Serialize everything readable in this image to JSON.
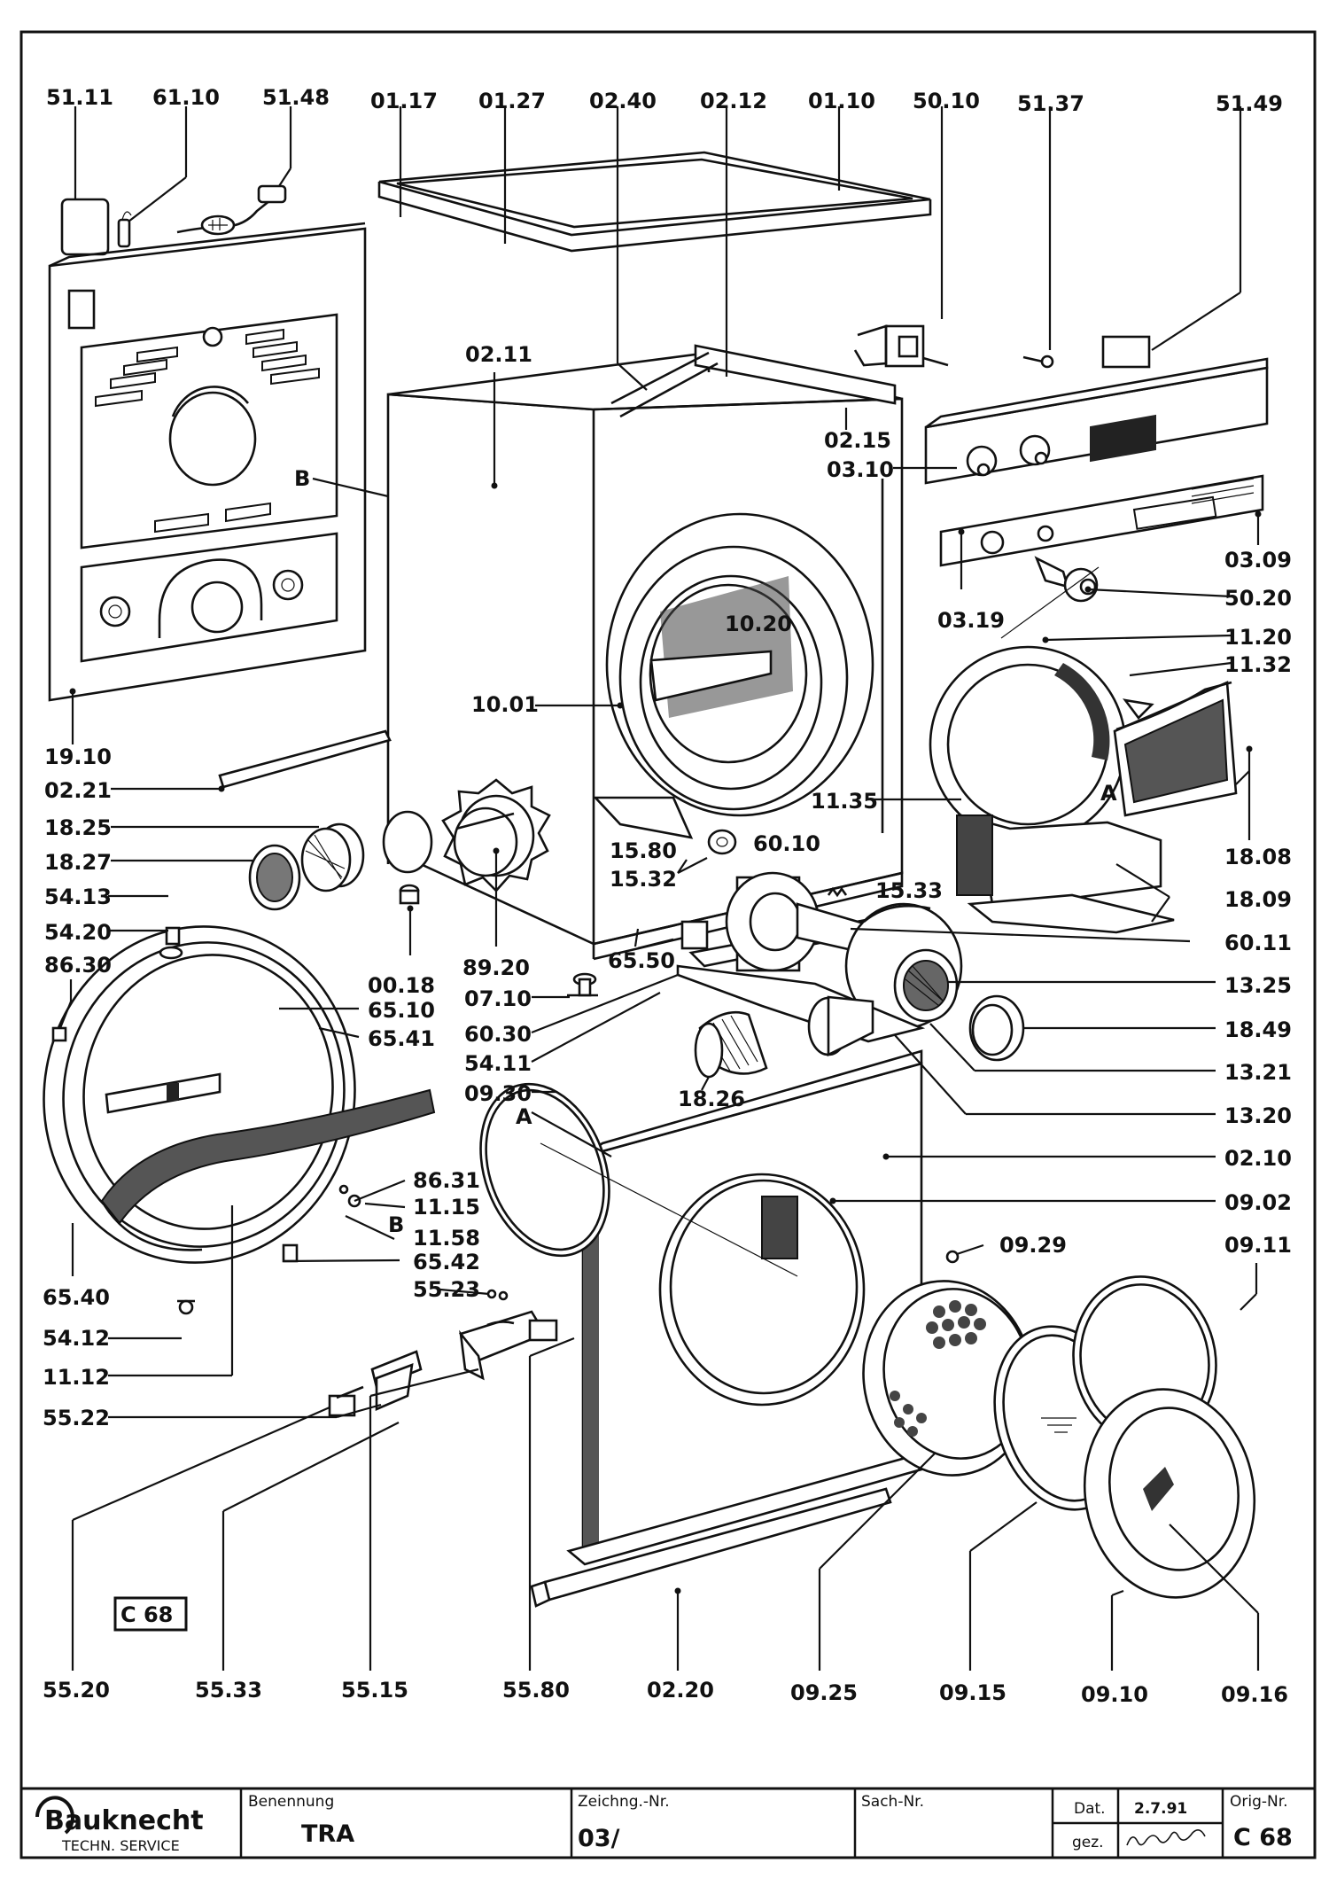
{
  "labels": {
    "l5111": "51.11",
    "l6110": "61.10",
    "l5148": "51.48",
    "l0117": "01.17",
    "l0127": "01.27",
    "l0240": "02.40",
    "l0212": "02.12",
    "l0110": "01.10",
    "l5010": "50.10",
    "l5137": "51.37",
    "l5149": "51.49",
    "l0211": "02.11",
    "l0215": "02.15",
    "l0310": "03.10",
    "l0309": "03.09",
    "l0319": "03.19",
    "l5020": "50.20",
    "lB1": "B",
    "l1020": "10.20",
    "l1001": "10.01",
    "l1120": "11.20",
    "l1132": "11.32",
    "l1910": "19.10",
    "l0221": "02.21",
    "l1135": "11.35",
    "lA1": "A",
    "l1808": "18.08",
    "l1825": "18.25",
    "l1827": "18.27",
    "l1580": "15.80",
    "l6010": "60.10",
    "l1532": "15.32",
    "l1533": "15.33",
    "l1809": "18.09",
    "l5413": "54.13",
    "l5420": "54.20",
    "l8630": "86.30",
    "l0018": "00.18",
    "l8920": "89.20",
    "l6550": "65.50",
    "l6011": "60.11",
    "l1325": "13.25",
    "l6510": "65.10",
    "l6541": "65.41",
    "l0710": "07.10",
    "l6030": "60.30",
    "l1849": "18.49",
    "l5411": "54.11",
    "l1321": "13.21",
    "l0930": "09.30",
    "l1826": "18.26",
    "l1320": "13.20",
    "lA2": "A",
    "l0210": "02.10",
    "l0902": "09.02",
    "l0929": "09.29",
    "l0911": "09.11",
    "l8631": "86.31",
    "l1115": "11.15",
    "lB2": "B",
    "l1158": "11.58",
    "l6542": "65.42",
    "l5523": "55.23",
    "l6540": "65.40",
    "l5412": "54.12",
    "l1112": "11.12",
    "l5522": "55.22",
    "c68box": "C 68",
    "l5520": "55.20",
    "l5533": "55.33",
    "l5515": "55.15",
    "l5580": "55.80",
    "l0220": "02.20",
    "l0925": "09.25",
    "l0915": "09.15",
    "l0910": "09.10",
    "l0916": "09.16"
  },
  "title_block": {
    "brand": "Bauknecht",
    "brand_sub": "TECHN. SERVICE",
    "benennung_label": "Benennung",
    "benennung_value": "TRA",
    "zeichng_label": "Zeichng.-Nr.",
    "zeichng_value": "03/",
    "sach_label": "Sach-Nr.",
    "dat_label": "Dat.",
    "dat_value": "2.7.91",
    "gez_label": "gez.",
    "orig_label": "Orig-Nr.",
    "orig_value": "C 68"
  }
}
